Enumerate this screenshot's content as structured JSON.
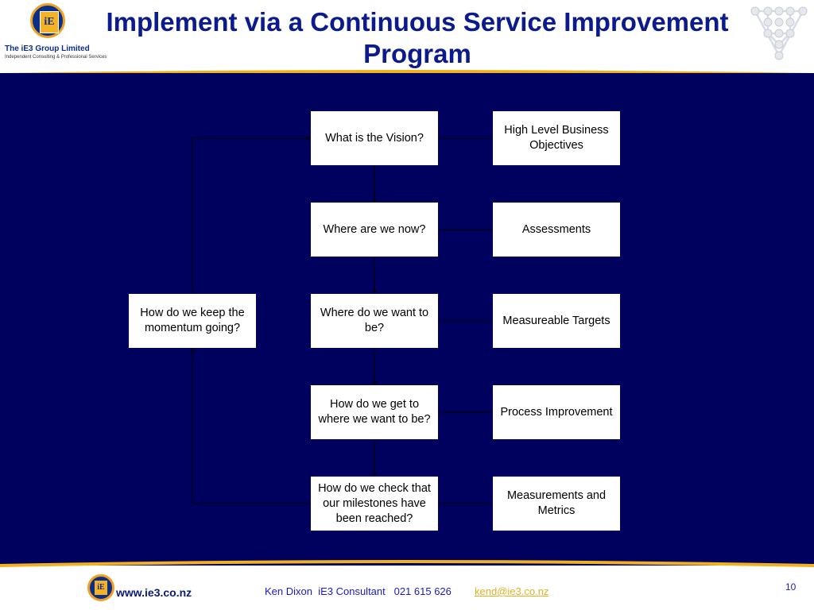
{
  "slide": {
    "title": "Implement via a Continuous Service Improvement Program",
    "page_number": "10"
  },
  "logo": {
    "mark": "iE",
    "company": "The iE3 Group Limited",
    "tagline": "Independent Consulting & Professional Services"
  },
  "footer": {
    "url": "www.ie3.co.nz",
    "author": "Ken Dixon  iE3 Consultant   021 615 626",
    "email": "kend@ie3.co.nz"
  },
  "diagram": {
    "questions": [
      "What is the Vision?",
      "Where are we now?",
      "Where do we want to be?",
      "How do we get to where we want to be?",
      "How do we check that our milestones have been reached?"
    ],
    "outcomes": [
      "High Level Business Objectives",
      "Assessments",
      "Measureable Targets",
      "Process Improvement",
      "Measurements and Metrics"
    ],
    "feedback": "How do we keep the momentum going?"
  },
  "colors": {
    "background": "#00005f",
    "title": "#0b1a8c",
    "accent": "#f0b020"
  },
  "icons": [
    "ie3-logo-icon",
    "network-graphic-icon"
  ]
}
